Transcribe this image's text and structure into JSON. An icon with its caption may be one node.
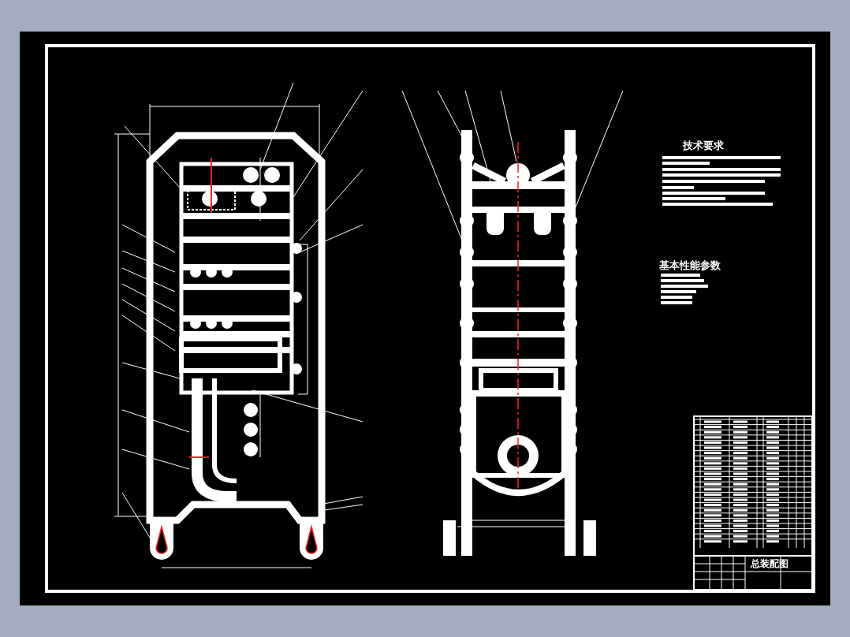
{
  "diagram": {
    "labels": [
      "技术要求",
      "基本性能参数",
      "总装配图"
    ]
  }
}
